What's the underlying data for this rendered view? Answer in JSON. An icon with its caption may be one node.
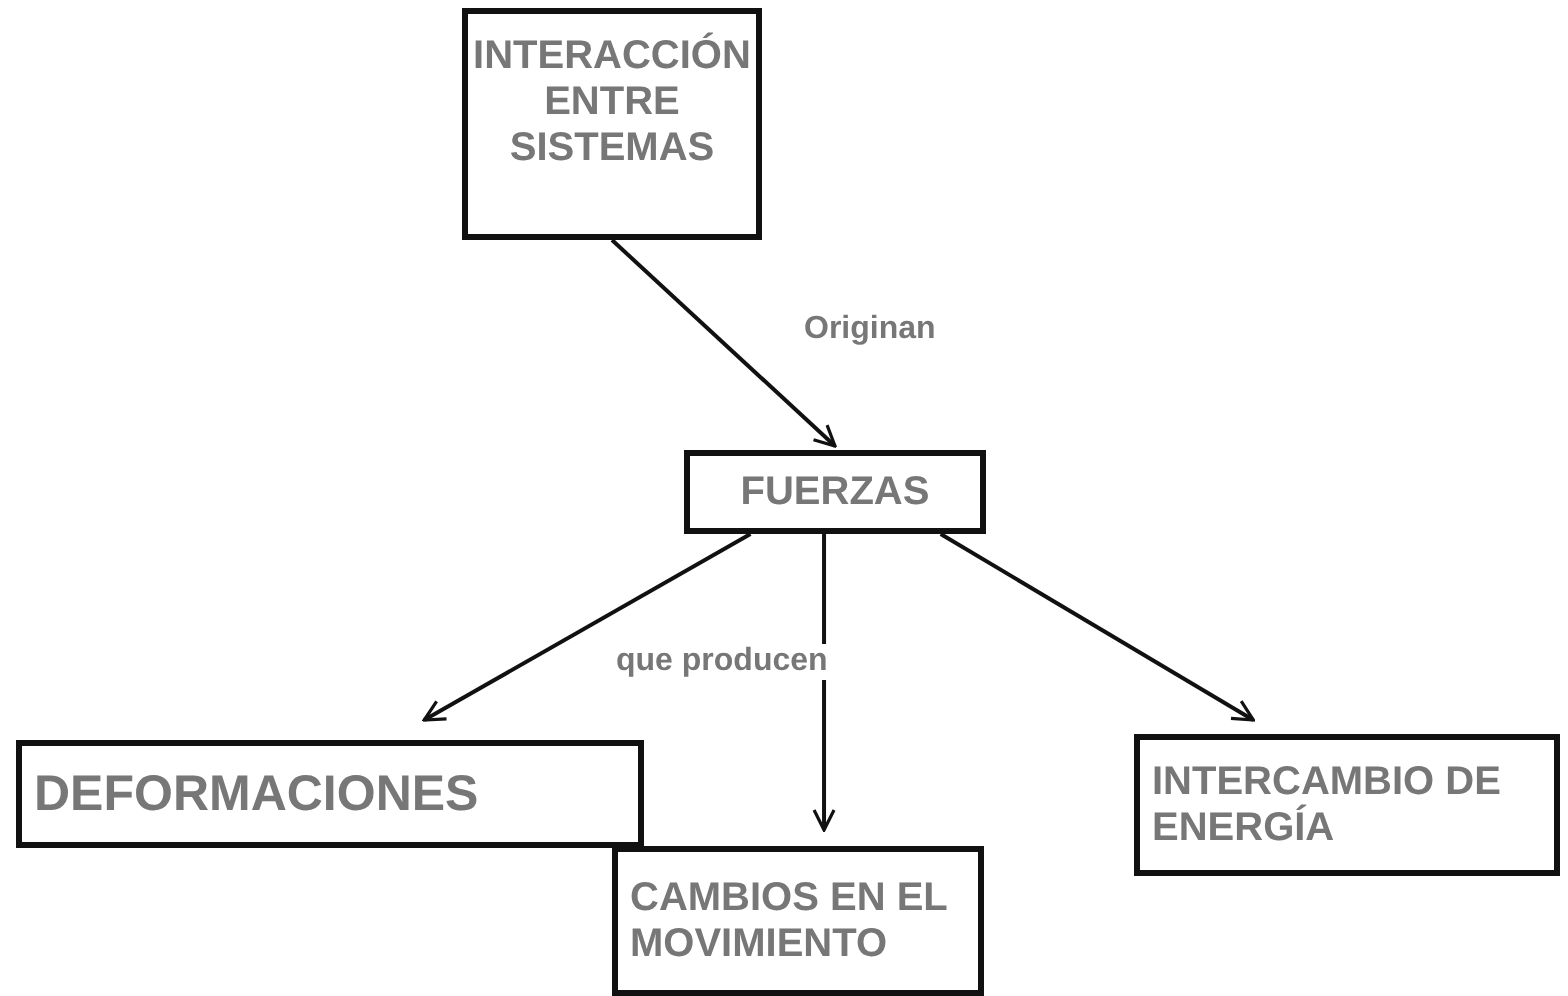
{
  "diagram": {
    "nodes": [
      {
        "text": [
          "INTERACCIÓN ENTRE SISTEMAS"
        ]
      },
      {
        "text": [
          "FUERZAS"
        ]
      },
      {
        "text": [
          "DEFORMACIONES"
        ]
      },
      {
        "text": [
          "CAMBIOS EN EL MOVIMIENTO"
        ]
      },
      {
        "text": [
          "INTERCAMBIO DE ENERGÍA"
        ]
      }
    ],
    "edges": [
      {
        "from": 0,
        "to": 1,
        "arrow": "to",
        "label": "Originan"
      },
      {
        "from": 1,
        "to": 2,
        "arrow": "to"
      },
      {
        "from": 1,
        "to": 3,
        "arrow": "to",
        "label": "que producen"
      },
      {
        "from": 1,
        "to": 4,
        "arrow": "to"
      }
    ]
  }
}
